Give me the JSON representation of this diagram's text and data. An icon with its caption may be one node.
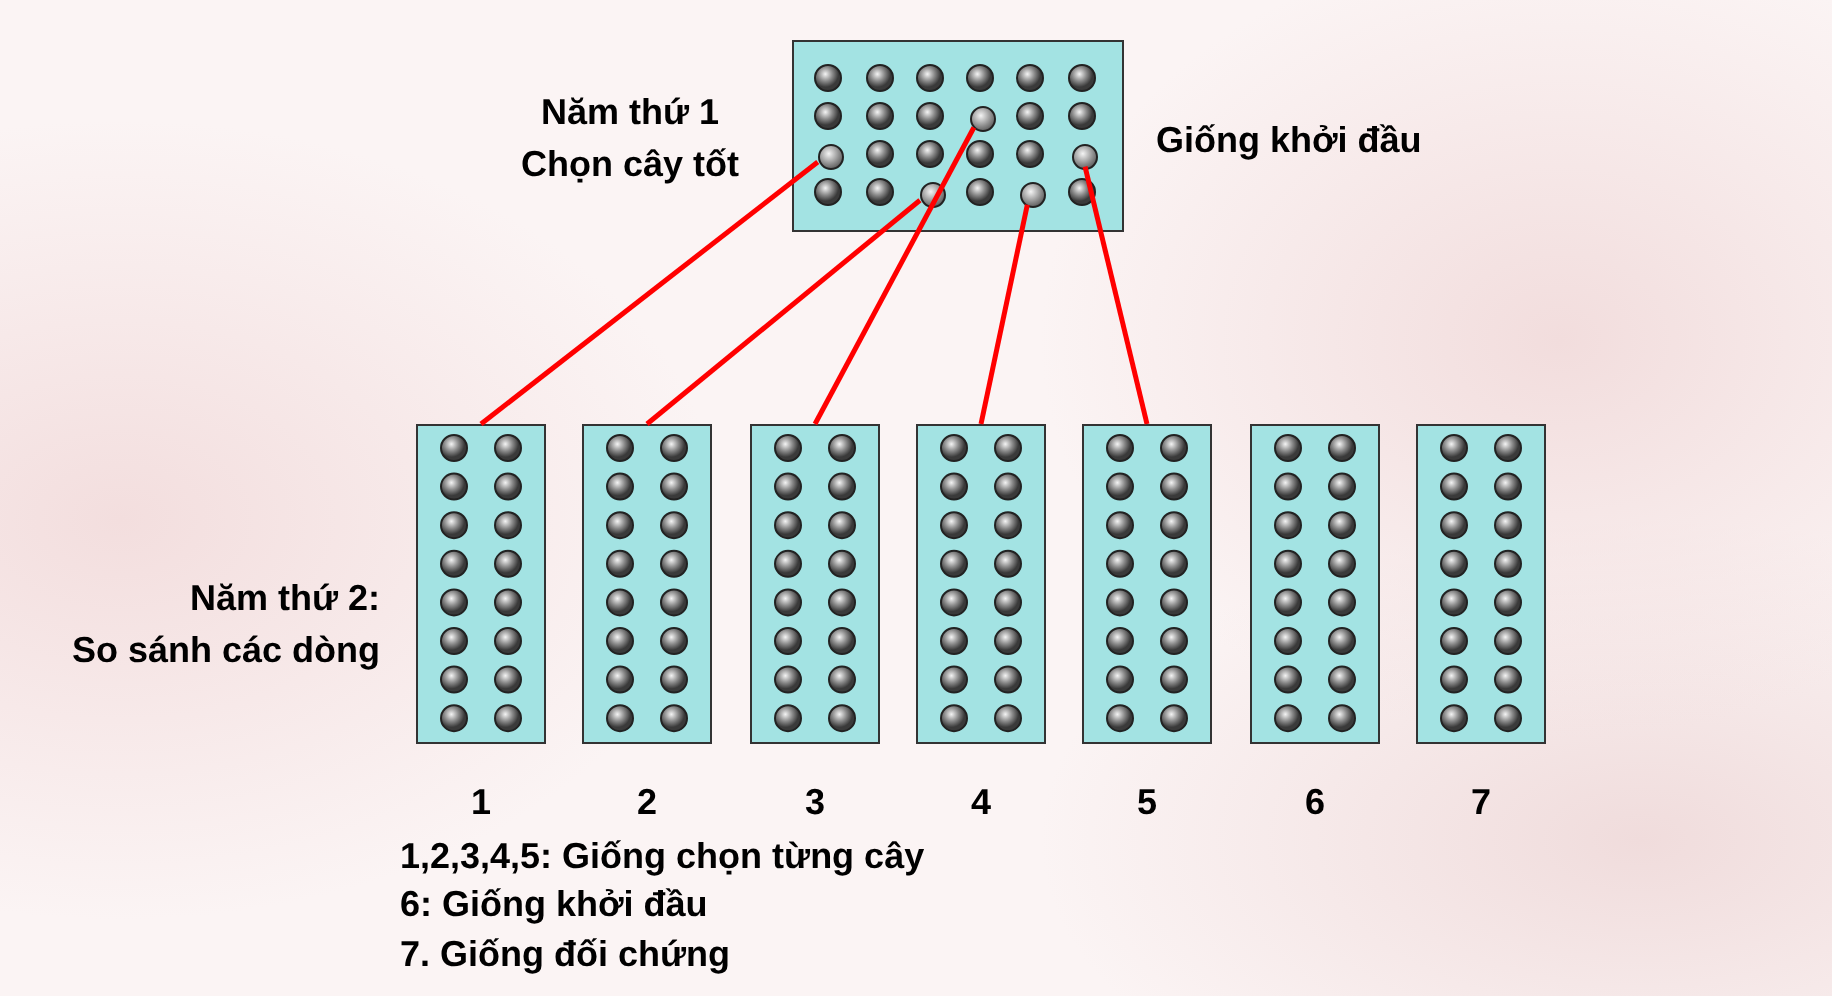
{
  "diagram": {
    "nodes": [
      {
        "text": [],
        "shape": "box",
        "beside": [
          "Năm thứ 1 Chọn cây tốt",
          "Giống khởi đầu"
        ]
      },
      {
        "text": [],
        "shape": "circle",
        "in": 0
      },
      {
        "text": [],
        "shape": "circle",
        "in": 0
      },
      {
        "text": [],
        "shape": "circle",
        "in": 0
      },
      {
        "text": [],
        "shape": "circle",
        "in": 0
      },
      {
        "text": [],
        "shape": "circle",
        "in": 0
      },
      {
        "text": [],
        "shape": "box",
        "beside": [
          "1"
        ]
      },
      {
        "text": [],
        "shape": "box",
        "beside": [
          "2"
        ]
      },
      {
        "text": [],
        "shape": "box",
        "beside": [
          "3"
        ]
      },
      {
        "text": [],
        "shape": "box",
        "beside": [
          "4"
        ]
      },
      {
        "text": [],
        "shape": "box",
        "beside": [
          "5"
        ]
      },
      {
        "text": [],
        "shape": "box",
        "beside": [
          "6"
        ]
      },
      {
        "text": [],
        "shape": "box",
        "beside": [
          "7"
        ]
      }
    ],
    "edges": [
      {
        "from": 1,
        "to": 6,
        "arrow": "none"
      },
      {
        "from": 2,
        "to": 7,
        "arrow": "none"
      },
      {
        "from": 3,
        "to": 8,
        "arrow": "none"
      },
      {
        "from": 4,
        "to": 9,
        "arrow": "none"
      },
      {
        "from": 5,
        "to": 10,
        "arrow": "none"
      }
    ],
    "labels": [
      "Năm thứ 2: So sánh các dòng",
      "1,2,3,4,5: Giống chọn từng cây",
      "6: Giống khởi đầu",
      "7. Giống đối chứng"
    ]
  }
}
